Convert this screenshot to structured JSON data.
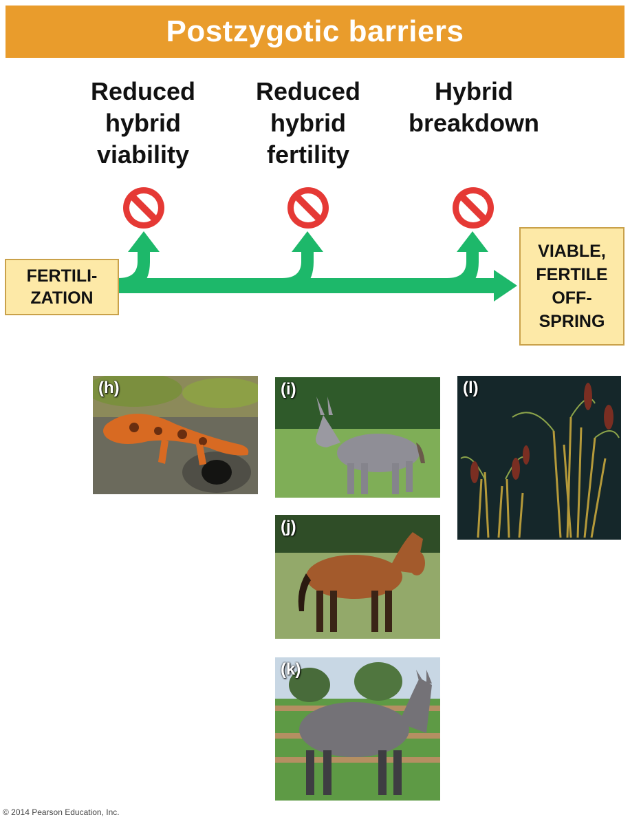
{
  "title": "Postzygotic barriers",
  "barriers": [
    {
      "id": "viability",
      "line1": "Reduced",
      "line2": "hybrid",
      "line3": "viability"
    },
    {
      "id": "fertility",
      "line1": "Reduced",
      "line2": "hybrid",
      "line3": "fertility"
    },
    {
      "id": "breakdown",
      "line1": "Hybrid",
      "line2": "breakdown",
      "line3": ""
    }
  ],
  "start_box": {
    "line1": "FERTILI-",
    "line2": "ZATION"
  },
  "end_box": {
    "line1": "VIABLE,",
    "line2": "FERTILE",
    "line3": "OFF-",
    "line4": "SPRING"
  },
  "photos": {
    "h": "(h)",
    "i": "(i)",
    "j": "(j)",
    "k": "(k)",
    "l": "(l)"
  },
  "copyright": "© 2014 Pearson Education, Inc.",
  "colors": {
    "banner": "#e99c2c",
    "arrow": "#1db86a",
    "stop_sign": "#e53935",
    "box_fill": "#fde9a7"
  }
}
